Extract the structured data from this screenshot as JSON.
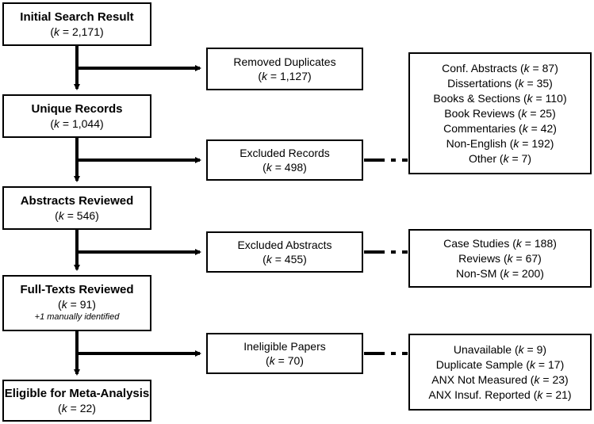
{
  "main_steps": [
    {
      "title": "Initial Search Result",
      "count": "2,171"
    },
    {
      "title": "Unique Records",
      "count": "1,044"
    },
    {
      "title": "Abstracts Reviewed",
      "count": "546"
    },
    {
      "title": "Full-Texts Reviewed",
      "count": "91",
      "note": "+1 manually identified"
    },
    {
      "title": "Eligible for Meta-Analysis",
      "count": "22"
    }
  ],
  "exclusions": [
    {
      "title": "Removed Duplicates",
      "count": "1,127"
    },
    {
      "title": "Excluded Records",
      "count": "498"
    },
    {
      "title": "Excluded Abstracts",
      "count": "455"
    },
    {
      "title": "Ineligible Papers",
      "count": "70"
    }
  ],
  "detail_lists": [
    {
      "items": [
        {
          "label": "Conf. Abstracts",
          "count": "87"
        },
        {
          "label": "Dissertations",
          "count": "35"
        },
        {
          "label": "Books & Sections",
          "count": "110"
        },
        {
          "label": "Book Reviews",
          "count": "25"
        },
        {
          "label": "Commentaries",
          "count": "42"
        },
        {
          "label": "Non-English",
          "count": "192"
        },
        {
          "label": "Other",
          "count": "7"
        }
      ]
    },
    {
      "items": [
        {
          "label": "Case Studies",
          "count": "188"
        },
        {
          "label": "Reviews",
          "count": "67"
        },
        {
          "label": "Non-SM",
          "count": "200"
        }
      ]
    },
    {
      "items": [
        {
          "label": "Unavailable",
          "count": "9"
        },
        {
          "label": "Duplicate Sample",
          "count": "17"
        },
        {
          "label": "ANX Not Measured",
          "count": "23"
        },
        {
          "label": "ANX Insuf. Reported",
          "count": "21"
        }
      ]
    }
  ]
}
